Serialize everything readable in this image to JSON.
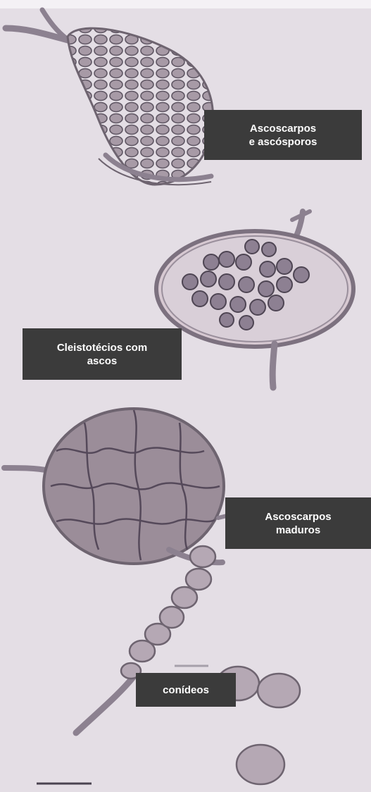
{
  "labels": {
    "ascocarps_spores": {
      "line1": "Ascoscarpos",
      "line2": "e ascósporos"
    },
    "cleistothecia": {
      "line1": "Cleistotécios com",
      "line2": "ascos"
    },
    "mature_ascocarps": {
      "line1": "Ascoscarpos",
      "line2": "maduros"
    },
    "conidia": {
      "line1": "conídeos"
    }
  },
  "colors": {
    "background": "#e3dde4",
    "label_bg": "#3b3b3b",
    "label_text": "#ffffff",
    "hypha_fill": "#9c8f9b",
    "hypha_stroke": "#6e6470",
    "cell_fill": "#b8aab7",
    "cell_stroke": "#5f5663"
  }
}
